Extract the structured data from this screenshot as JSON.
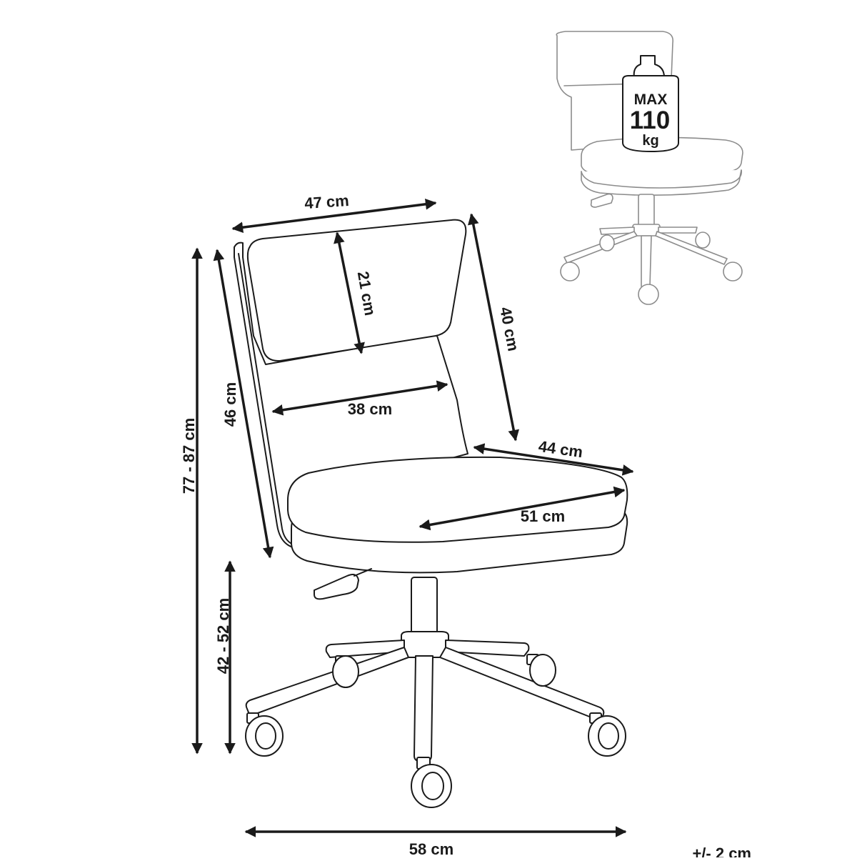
{
  "diagram": {
    "dimensions": {
      "backrest_top_width": "47 cm",
      "headrest_height": "21 cm",
      "backrest_height": "40 cm",
      "backrest_width": "38 cm",
      "total_height": "77 - 87 cm",
      "back_length": "46 cm",
      "seat_depth": "44 cm",
      "seat_width": "51 cm",
      "seat_height": "42 - 52 cm",
      "base_width": "58 cm"
    },
    "tolerance": "+/- 2 cm",
    "max_load": {
      "label": "MAX",
      "value": "110",
      "unit": "kg"
    },
    "colors": {
      "line": "#1a1a1a",
      "faint_line": "#8c8c8c",
      "background": "#ffffff"
    },
    "icons": [
      "weight-icon"
    ]
  }
}
